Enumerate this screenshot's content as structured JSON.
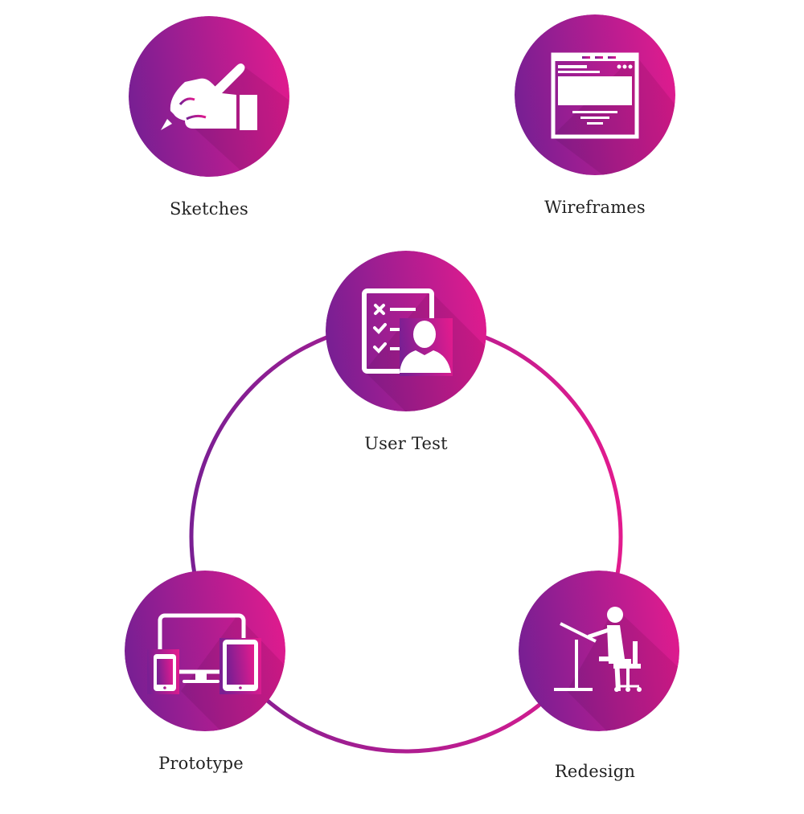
{
  "colors": {
    "gradient_start": "#7a1f93",
    "gradient_end": "#e21b8e",
    "icon": "#ffffff",
    "label_text": "#222222",
    "background": "#ffffff"
  },
  "nodes": {
    "sketches": {
      "label": "Sketches",
      "icon": "hand-drawing-icon"
    },
    "wireframes": {
      "label": "Wireframes",
      "icon": "browser-wireframe-icon"
    },
    "user_test": {
      "label": "User Test",
      "icon": "checklist-user-icon"
    },
    "prototype": {
      "label": "Prototype",
      "icon": "devices-icon"
    },
    "redesign": {
      "label": "Redesign",
      "icon": "designer-at-desk-icon"
    }
  },
  "cycle": [
    "User Test",
    "Redesign",
    "Prototype"
  ]
}
